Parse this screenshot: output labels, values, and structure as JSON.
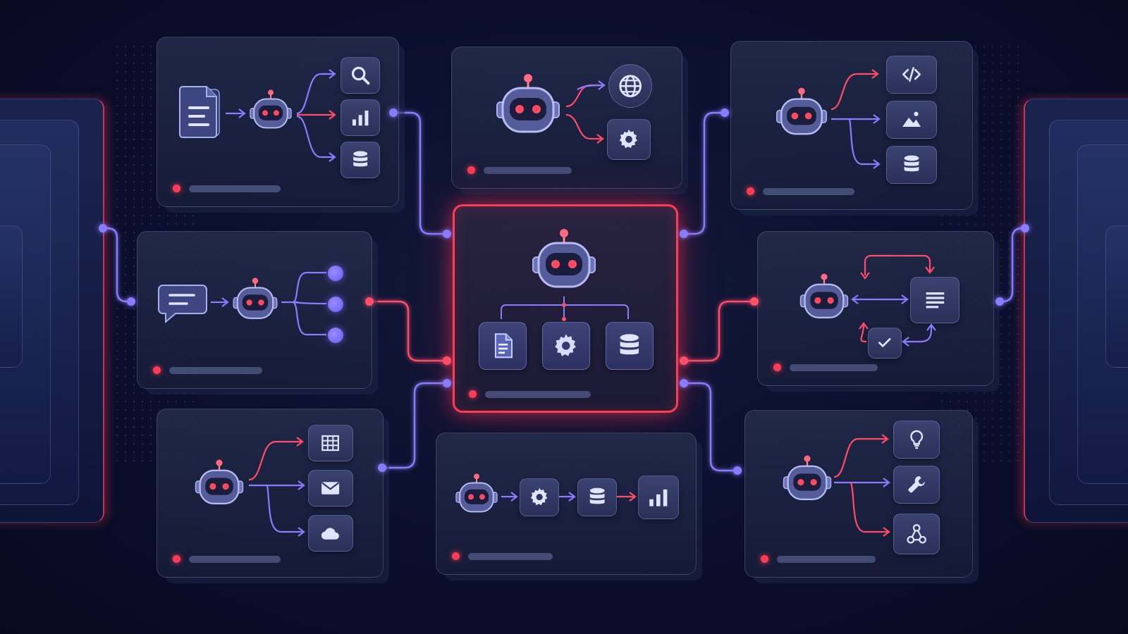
{
  "palette": {
    "accent_red": "#ff4d67",
    "accent_purple": "#8b7bff",
    "robot_eye": "#ff4a5f",
    "icon_stroke": "#d8dcff"
  },
  "cards": [
    {
      "id": "card-top-left",
      "icons": [
        "document-icon",
        "robot-icon",
        "search-icon",
        "bar-chart-icon",
        "database-icon"
      ]
    },
    {
      "id": "card-top-center",
      "icons": [
        "robot-icon",
        "globe-icon",
        "gear-icon"
      ]
    },
    {
      "id": "card-top-right",
      "icons": [
        "robot-icon",
        "code-icon",
        "image-icon",
        "database-icon"
      ]
    },
    {
      "id": "card-mid-left",
      "icons": [
        "chat-bubble-icon",
        "robot-icon",
        "node-icon",
        "node-icon",
        "node-icon"
      ]
    },
    {
      "id": "card-center-hub",
      "icons": [
        "robot-icon",
        "document-icon",
        "gear-icon",
        "database-icon"
      ]
    },
    {
      "id": "card-mid-right",
      "icons": [
        "robot-icon",
        "list-icon",
        "check-icon"
      ]
    },
    {
      "id": "card-bottom-left",
      "icons": [
        "robot-icon",
        "grid-icon",
        "mail-icon",
        "cloud-icon"
      ]
    },
    {
      "id": "card-bottom-center",
      "icons": [
        "robot-icon",
        "gear-icon",
        "database-icon",
        "bar-chart-icon"
      ]
    },
    {
      "id": "card-bottom-right",
      "icons": [
        "robot-icon",
        "lightbulb-icon",
        "wrench-icon",
        "network-icon"
      ]
    }
  ],
  "connections": [
    {
      "from": "card-top-left",
      "to": "card-center-hub",
      "color": "purple"
    },
    {
      "from": "card-mid-left",
      "to": "card-center-hub",
      "color": "red"
    },
    {
      "from": "card-bottom-left",
      "to": "card-center-hub",
      "color": "purple"
    },
    {
      "from": "card-center-hub",
      "to": "card-top-right",
      "color": "purple"
    },
    {
      "from": "card-center-hub",
      "to": "card-mid-right",
      "color": "red"
    },
    {
      "from": "card-center-hub",
      "to": "card-bottom-right",
      "color": "purple"
    },
    {
      "from": "side-panel-left",
      "to": "card-mid-left",
      "color": "purple"
    },
    {
      "from": "card-mid-right",
      "to": "side-panel-right",
      "color": "purple"
    }
  ]
}
